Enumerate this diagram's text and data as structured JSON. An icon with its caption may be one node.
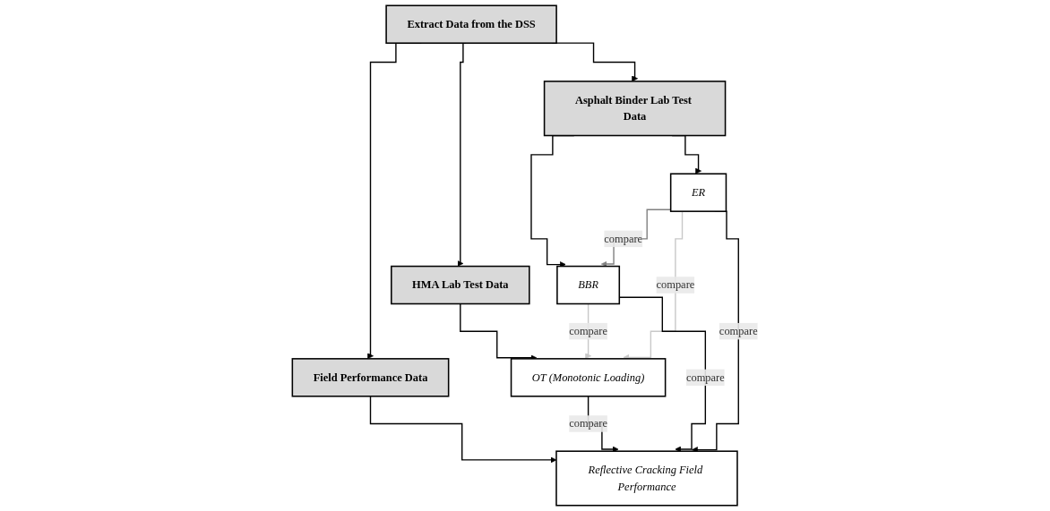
{
  "diagram": {
    "nodes": [
      {
        "text": [
          "Extract Data from the DSS"
        ]
      },
      {
        "text": [
          "Asphalt Binder Lab Test Data"
        ]
      },
      {
        "text": [
          "HMA Lab Test Data"
        ]
      },
      {
        "text": [
          "Field Performance Data"
        ]
      },
      {
        "text": [
          "ER"
        ]
      },
      {
        "text": [
          "BBR"
        ]
      },
      {
        "text": [
          "OT (Monotonic Loading)"
        ]
      },
      {
        "text": [
          "Reflective Cracking Field Performance"
        ]
      }
    ],
    "edges": [
      {
        "from": 0,
        "to": 1,
        "arrow": "to"
      },
      {
        "from": 0,
        "to": 2,
        "arrow": "to"
      },
      {
        "from": 0,
        "to": 3,
        "arrow": "to"
      },
      {
        "from": 1,
        "to": 4,
        "arrow": "to"
      },
      {
        "from": 1,
        "to": 5,
        "arrow": "to"
      },
      {
        "from": 2,
        "to": 6,
        "arrow": "to"
      },
      {
        "from": 3,
        "to": 7,
        "arrow": "to"
      },
      {
        "from": 4,
        "to": 5,
        "arrow": "to",
        "label": "compare",
        "color": "#808080"
      },
      {
        "from": 5,
        "to": 6,
        "arrow": "to",
        "label": "compare",
        "color": "#c8c8c8"
      },
      {
        "from": 4,
        "to": 6,
        "arrow": "to",
        "label": "compare",
        "color": "#c8c8c8"
      },
      {
        "from": 6,
        "to": 7,
        "arrow": "to",
        "label": "compare"
      },
      {
        "from": 5,
        "to": 7,
        "arrow": "to",
        "label": "compare"
      },
      {
        "from": 4,
        "to": 7,
        "arrow": "to",
        "label": "compare"
      }
    ]
  }
}
